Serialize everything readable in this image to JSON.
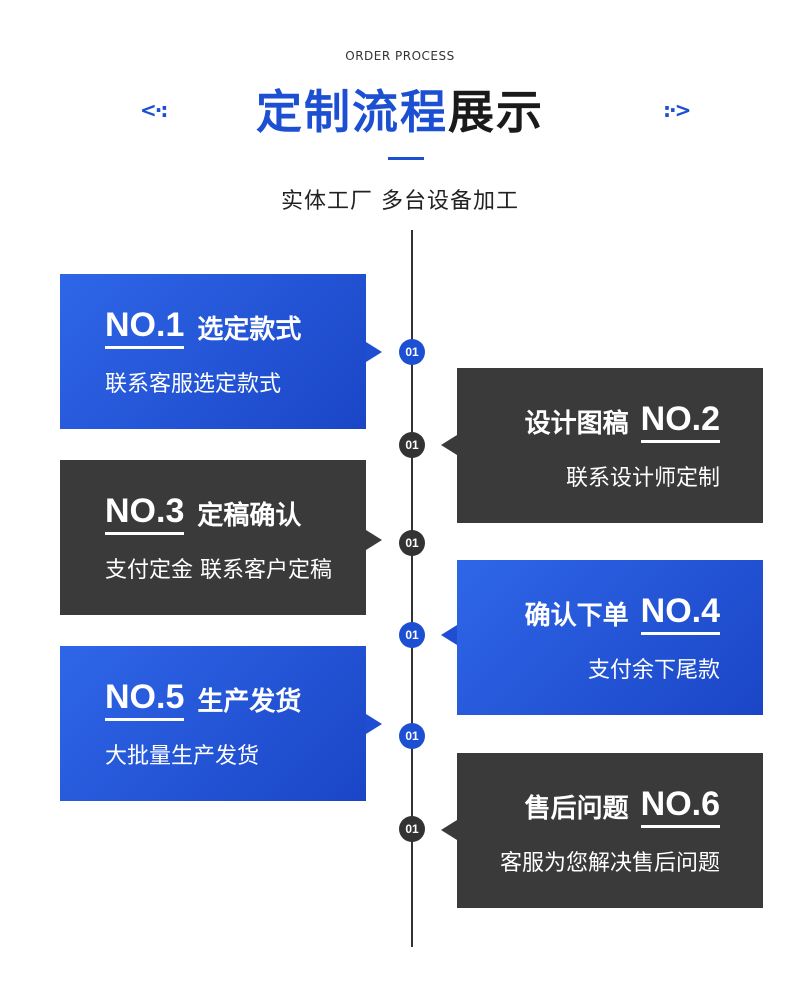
{
  "header": {
    "subtitle_en": "ORDER PROCESS",
    "title_blue": "定制流程",
    "title_dark": "展示",
    "deco_left": "<·:",
    "deco_right": ":·>",
    "tagline": "实体工厂  多台设备加工"
  },
  "colors": {
    "accent_blue": "#1d4fd3",
    "card_dark": "#3a3a3a",
    "text_dark": "#1a1a1a"
  },
  "steps": [
    {
      "no": "NO.1",
      "title": "选定款式",
      "desc": "联系客服选定款式",
      "node": "01",
      "style": "blue",
      "side": "left"
    },
    {
      "no": "NO.2",
      "title": "设计图稿",
      "desc": "联系设计师定制",
      "node": "01",
      "style": "dark",
      "side": "right"
    },
    {
      "no": "NO.3",
      "title": "定稿确认",
      "desc": "支付定金 联系客户定稿",
      "node": "01",
      "style": "dark",
      "side": "left"
    },
    {
      "no": "NO.4",
      "title": "确认下单",
      "desc": "支付余下尾款",
      "node": "01",
      "style": "blue",
      "side": "right"
    },
    {
      "no": "NO.5",
      "title": "生产发货",
      "desc": "大批量生产发货",
      "node": "01",
      "style": "blue",
      "side": "left"
    },
    {
      "no": "NO.6",
      "title": "售后问题",
      "desc": "客服为您解决售后问题",
      "node": "01",
      "style": "dark",
      "side": "right"
    }
  ]
}
